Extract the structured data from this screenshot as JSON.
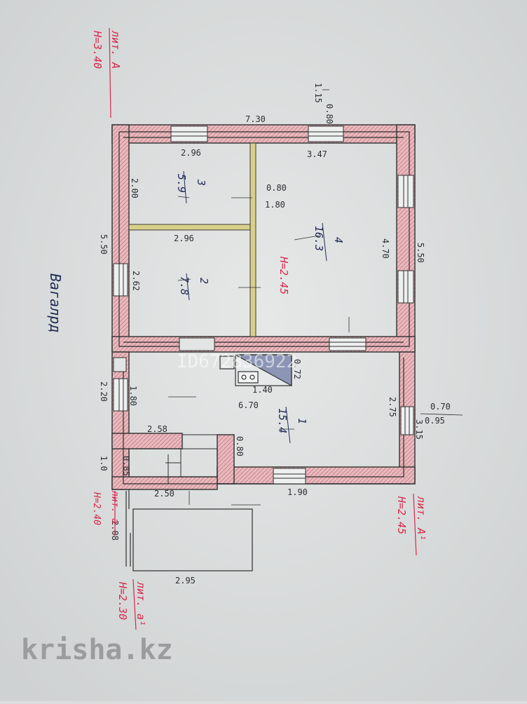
{
  "watermark": {
    "site": "krisha.kz",
    "listing_id": "ID672836922"
  },
  "floorplan": {
    "room_labels": {
      "room3": {
        "number": "3",
        "area": "5.9"
      },
      "room4": {
        "number": "4",
        "area": "16.3"
      },
      "room2": {
        "number": "2",
        "area": "7.8"
      },
      "room1": {
        "number": "1",
        "area": "15.4"
      }
    },
    "dimensions": {
      "top_total": "7.30",
      "top_left": "2.96",
      "top_right": "3.47",
      "window_top": "0.80",
      "window_top_b": "1.15",
      "room3_height": "2.00",
      "partition_a": "0.80",
      "partition_b": "1.80",
      "room2_width": "2.96",
      "left_total": "5.50",
      "right_total": "5.50",
      "room4_height": "4.70",
      "room2_height": "2.62",
      "left_lower_a": "2.20",
      "left_lower_b": "1.80",
      "stove_w": "1.40",
      "stove_h": "0.72",
      "lower_width": "6.70",
      "right_lower": "2.75",
      "window_right_a": "0.70",
      "window_right_b": "0.95",
      "right_lower_b": "3.15",
      "vestibule_w": "2.58",
      "vestibule_d": "0.80",
      "small_a": "1.0",
      "small_b": "0.85",
      "bottom_left": "2.50",
      "bottom_right": "1.90",
      "porch_depth": "2.08",
      "porch_width": "2.95"
    },
    "annotations": {
      "left_handwritten": "Вагалрд",
      "red_top": "лит. А",
      "red_top_h": "Н=3.40",
      "red_center": "Н=2.45",
      "red_bottom_left": "лит. а",
      "red_bottom_left_h": "Н=2.40",
      "red_right": "лит. А¹",
      "red_right_h": "Н=2.45",
      "red_porch": "лит. а¹",
      "red_porch_h": "Н=2.30"
    }
  }
}
